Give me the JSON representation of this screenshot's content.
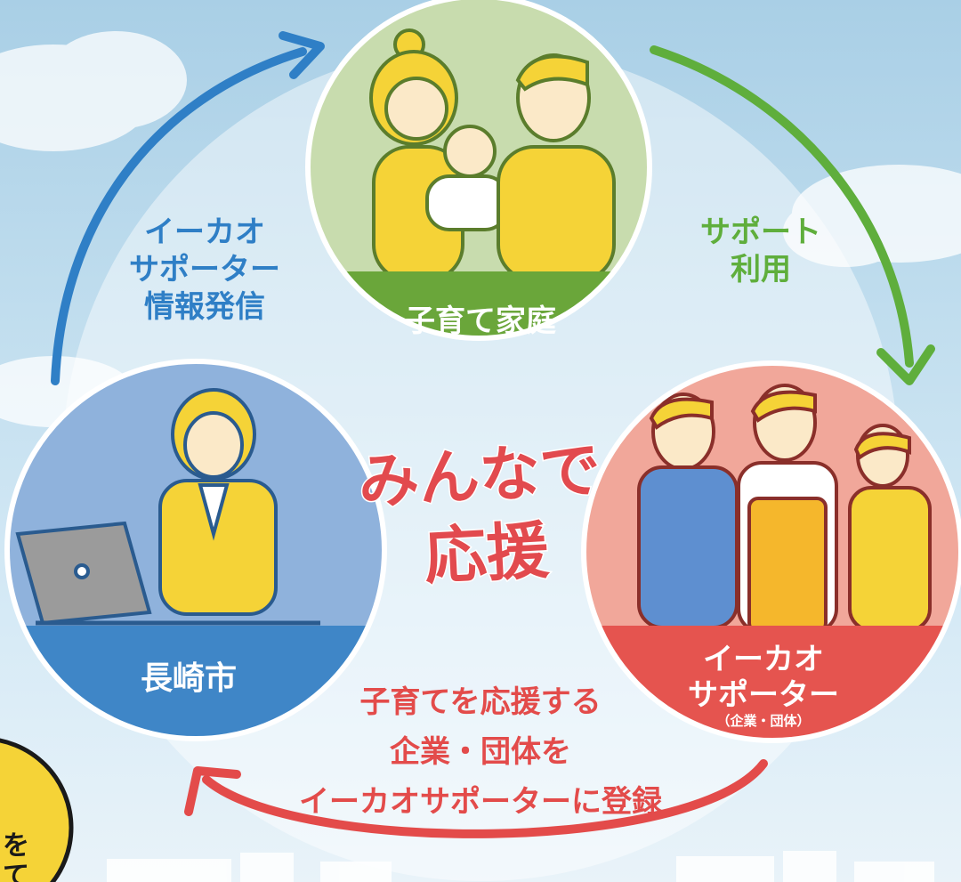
{
  "diagram": {
    "nodes": {
      "family": {
        "label": "子育て家庭"
      },
      "city": {
        "label": "長崎市"
      },
      "supporter": {
        "label_line1": "イーカオ",
        "label_line2": "サポーター",
        "sublabel": "（企業・団体）"
      }
    },
    "edges": {
      "city_to_family": {
        "line1": "イーカオ",
        "line2": "サポーター",
        "line3": "情報発信"
      },
      "family_to_supporter": {
        "line1": "サポート",
        "line2": "利用"
      },
      "supporter_to_city": {
        "line1": "子育てを応援する",
        "line2": "企業・団体を",
        "line3": "イーカオサポーターに登録"
      }
    },
    "center": {
      "line1": "みんなで",
      "line2": "応援"
    },
    "corner_badge": {
      "text1": "を",
      "text2": "て"
    }
  },
  "colors": {
    "family_top": "#c8dcae",
    "family_band": "#6aa63a",
    "city_top": "#8fb2dc",
    "city_band": "#3f86c7",
    "supporter_top": "#f1a79a",
    "supporter_band": "#e5544f",
    "arrow_blue": "#2f7fc6",
    "arrow_green": "#5fae3c",
    "arrow_red": "#e34b4a",
    "center_text": "#e24a4e",
    "accent_yellow": "#f5d337"
  }
}
